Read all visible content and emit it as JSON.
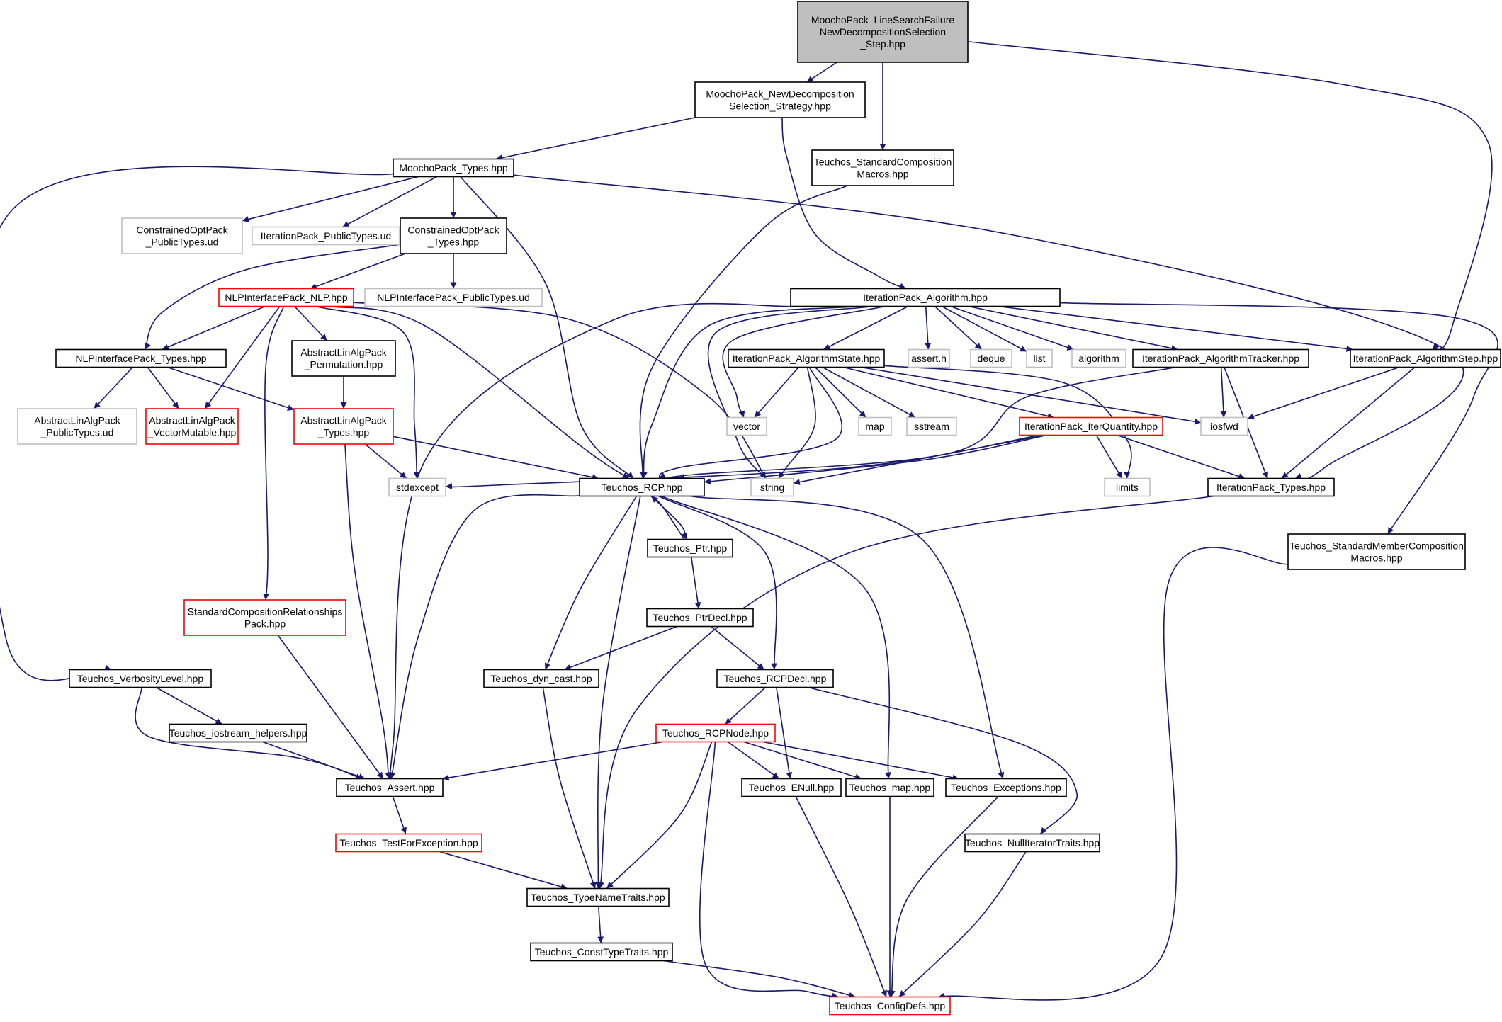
{
  "graph": {
    "colors": {
      "edge": "#191970",
      "root_fill": "#bfbfbf",
      "normal_border": "#000000",
      "truncated_border": "#ff0000",
      "external_border": "#bfbfbf"
    },
    "nodes": [
      {
        "id": "root",
        "lines": [
          "MoochoPack_LineSearchFailure",
          "NewDecompositionSelection",
          "_Step.hpp"
        ],
        "kind": "root"
      },
      {
        "id": "newdecomp",
        "lines": [
          "MoochoPack_NewDecomposition",
          "Selection_Strategy.hpp"
        ],
        "kind": "normal"
      },
      {
        "id": "stdcomp",
        "lines": [
          "Teuchos_StandardComposition",
          "Macros.hpp"
        ],
        "kind": "normal"
      },
      {
        "id": "mtypes",
        "lines": [
          "MoochoPack_Types.hpp"
        ],
        "kind": "normal"
      },
      {
        "id": "copt_ud",
        "lines": [
          "ConstrainedOptPack",
          "_PublicTypes.ud"
        ],
        "kind": "external"
      },
      {
        "id": "iter_ud",
        "lines": [
          "IterationPack_PublicTypes.ud"
        ],
        "kind": "external"
      },
      {
        "id": "copt_types",
        "lines": [
          "ConstrainedOptPack",
          "_Types.hpp"
        ],
        "kind": "normal"
      },
      {
        "id": "nlp_ud",
        "lines": [
          "NLPInterfacePack_PublicTypes.ud"
        ],
        "kind": "external"
      },
      {
        "id": "nlp",
        "lines": [
          "NLPInterfacePack_NLP.hpp"
        ],
        "kind": "truncated"
      },
      {
        "id": "ialg",
        "lines": [
          "IterationPack_Algorithm.hpp"
        ],
        "kind": "normal"
      },
      {
        "id": "nlp_types",
        "lines": [
          "NLPInterfacePack_Types.hpp"
        ],
        "kind": "normal"
      },
      {
        "id": "alap_perm",
        "lines": [
          "AbstractLinAlgPack",
          "_Permutation.hpp"
        ],
        "kind": "normal"
      },
      {
        "id": "ialgstate",
        "lines": [
          "IterationPack_AlgorithmState.hpp"
        ],
        "kind": "normal"
      },
      {
        "id": "asserth",
        "lines": [
          "assert.h"
        ],
        "kind": "external"
      },
      {
        "id": "deque",
        "lines": [
          "deque"
        ],
        "kind": "external"
      },
      {
        "id": "list",
        "lines": [
          "list"
        ],
        "kind": "external"
      },
      {
        "id": "algorithm",
        "lines": [
          "algorithm"
        ],
        "kind": "external"
      },
      {
        "id": "ialgtracker",
        "lines": [
          "IterationPack_AlgorithmTracker.hpp"
        ],
        "kind": "normal"
      },
      {
        "id": "ialgstep",
        "lines": [
          "IterationPack_AlgorithmStep.hpp"
        ],
        "kind": "normal"
      },
      {
        "id": "alap_ud",
        "lines": [
          "AbstractLinAlgPack",
          "_PublicTypes.ud"
        ],
        "kind": "external"
      },
      {
        "id": "alap_vm",
        "lines": [
          "AbstractLinAlgPack",
          "_VectorMutable.hpp"
        ],
        "kind": "truncated"
      },
      {
        "id": "alap_types",
        "lines": [
          "AbstractLinAlgPack",
          "_Types.hpp"
        ],
        "kind": "truncated"
      },
      {
        "id": "vector",
        "lines": [
          "vector"
        ],
        "kind": "external"
      },
      {
        "id": "map",
        "lines": [
          "map"
        ],
        "kind": "external"
      },
      {
        "id": "sstream",
        "lines": [
          "sstream"
        ],
        "kind": "external"
      },
      {
        "id": "iterq",
        "lines": [
          "IterationPack_IterQuantity.hpp"
        ],
        "kind": "truncated"
      },
      {
        "id": "iosfwd",
        "lines": [
          "iosfwd"
        ],
        "kind": "external"
      },
      {
        "id": "stdexcept",
        "lines": [
          "stdexcept"
        ],
        "kind": "external"
      },
      {
        "id": "rcp",
        "lines": [
          "Teuchos_RCP.hpp"
        ],
        "kind": "normal"
      },
      {
        "id": "string",
        "lines": [
          "string"
        ],
        "kind": "external"
      },
      {
        "id": "limits",
        "lines": [
          "limits"
        ],
        "kind": "external"
      },
      {
        "id": "itypes",
        "lines": [
          "IterationPack_Types.hpp"
        ],
        "kind": "normal"
      },
      {
        "id": "ptr",
        "lines": [
          "Teuchos_Ptr.hpp"
        ],
        "kind": "normal"
      },
      {
        "id": "stdmember",
        "lines": [
          "Teuchos_StandardMemberComposition",
          "Macros.hpp"
        ],
        "kind": "normal"
      },
      {
        "id": "ptrdecl",
        "lines": [
          "Teuchos_PtrDecl.hpp"
        ],
        "kind": "normal"
      },
      {
        "id": "scrp",
        "lines": [
          "StandardCompositionRelationships",
          "Pack.hpp"
        ],
        "kind": "truncated"
      },
      {
        "id": "verb",
        "lines": [
          "Teuchos_VerbosityLevel.hpp"
        ],
        "kind": "normal"
      },
      {
        "id": "dyncast",
        "lines": [
          "Teuchos_dyn_cast.hpp"
        ],
        "kind": "normal"
      },
      {
        "id": "rcpdecl",
        "lines": [
          "Teuchos_RCPDecl.hpp"
        ],
        "kind": "normal"
      },
      {
        "id": "iostream",
        "lines": [
          "Teuchos_iostream_helpers.hpp"
        ],
        "kind": "normal"
      },
      {
        "id": "rcpnode",
        "lines": [
          "Teuchos_RCPNode.hpp"
        ],
        "kind": "truncated"
      },
      {
        "id": "assert",
        "lines": [
          "Teuchos_Assert.hpp"
        ],
        "kind": "normal"
      },
      {
        "id": "enull",
        "lines": [
          "Teuchos_ENull.hpp"
        ],
        "kind": "normal"
      },
      {
        "id": "tmap",
        "lines": [
          "Teuchos_map.hpp"
        ],
        "kind": "normal"
      },
      {
        "id": "exc",
        "lines": [
          "Teuchos_Exceptions.hpp"
        ],
        "kind": "normal"
      },
      {
        "id": "testfor",
        "lines": [
          "Teuchos_TestForException.hpp"
        ],
        "kind": "truncated"
      },
      {
        "id": "nulliter",
        "lines": [
          "Teuchos_NullIteratorTraits.hpp"
        ],
        "kind": "normal"
      },
      {
        "id": "typename",
        "lines": [
          "Teuchos_TypeNameTraits.hpp"
        ],
        "kind": "normal"
      },
      {
        "id": "consttype",
        "lines": [
          "Teuchos_ConstTypeTraits.hpp"
        ],
        "kind": "normal"
      },
      {
        "id": "config",
        "lines": [
          "Teuchos_ConfigDefs.hpp"
        ],
        "kind": "truncated"
      }
    ],
    "edges": [
      [
        "root",
        "newdecomp"
      ],
      [
        "root",
        "stdcomp"
      ],
      [
        "root",
        "ialgstep"
      ],
      [
        "newdecomp",
        "mtypes"
      ],
      [
        "newdecomp",
        "ialg"
      ],
      [
        "stdcomp",
        "rcp"
      ],
      [
        "mtypes",
        "copt_ud"
      ],
      [
        "mtypes",
        "iter_ud"
      ],
      [
        "mtypes",
        "copt_types"
      ],
      [
        "mtypes",
        "rcp"
      ],
      [
        "mtypes",
        "verb"
      ],
      [
        "mtypes",
        "itypes"
      ],
      [
        "copt_types",
        "nlp_ud"
      ],
      [
        "copt_types",
        "nlp"
      ],
      [
        "copt_types",
        "nlp_types"
      ],
      [
        "nlp",
        "nlp_types"
      ],
      [
        "nlp",
        "alap_vm"
      ],
      [
        "nlp",
        "alap_perm"
      ],
      [
        "nlp",
        "scrp"
      ],
      [
        "nlp",
        "stdexcept"
      ],
      [
        "nlp",
        "rcp"
      ],
      [
        "nlp",
        "string"
      ],
      [
        "nlp_types",
        "alap_ud"
      ],
      [
        "nlp_types",
        "alap_vm"
      ],
      [
        "nlp_types",
        "alap_types"
      ],
      [
        "alap_perm",
        "alap_types"
      ],
      [
        "alap_types",
        "stdexcept"
      ],
      [
        "alap_types",
        "rcp"
      ],
      [
        "alap_types",
        "assert"
      ],
      [
        "ialg",
        "ialgstate"
      ],
      [
        "ialg",
        "asserth"
      ],
      [
        "ialg",
        "deque"
      ],
      [
        "ialg",
        "list"
      ],
      [
        "ialg",
        "algorithm"
      ],
      [
        "ialg",
        "ialgtracker"
      ],
      [
        "ialg",
        "ialgstep"
      ],
      [
        "ialg",
        "vector"
      ],
      [
        "ialg",
        "string"
      ],
      [
        "ialg",
        "rcp"
      ],
      [
        "ialg",
        "assert"
      ],
      [
        "ialg",
        "stdmember"
      ],
      [
        "ialgstate",
        "vector"
      ],
      [
        "ialgstate",
        "map"
      ],
      [
        "ialgstate",
        "sstream"
      ],
      [
        "ialgstate",
        "iterq"
      ],
      [
        "ialgstate",
        "iosfwd"
      ],
      [
        "ialgstate",
        "string"
      ],
      [
        "ialgstate",
        "rcp"
      ],
      [
        "ialgstate",
        "limits"
      ],
      [
        "ialgtracker",
        "iosfwd"
      ],
      [
        "ialgtracker",
        "itypes"
      ],
      [
        "ialgtracker",
        "rcp"
      ],
      [
        "ialgstep",
        "iosfwd"
      ],
      [
        "ialgstep",
        "itypes"
      ],
      [
        "iterq",
        "limits"
      ],
      [
        "iterq",
        "string"
      ],
      [
        "iterq",
        "itypes"
      ],
      [
        "iterq",
        "stdexcept"
      ],
      [
        "iterq",
        "rcp"
      ],
      [
        "itypes",
        "typename"
      ],
      [
        "rcp",
        "ptr"
      ],
      [
        "rcp",
        "assert"
      ],
      [
        "rcp",
        "dyncast"
      ],
      [
        "rcp",
        "typename"
      ],
      [
        "rcp",
        "rcpdecl"
      ],
      [
        "rcp",
        "tmap"
      ],
      [
        "rcp",
        "exc"
      ],
      [
        "ptr",
        "rcp"
      ],
      [
        "ptr",
        "ptrdecl"
      ],
      [
        "ptrdecl",
        "dyncast"
      ],
      [
        "ptrdecl",
        "rcpdecl"
      ],
      [
        "stdmember",
        "config"
      ],
      [
        "scrp",
        "assert"
      ],
      [
        "verb",
        "iostream"
      ],
      [
        "verb",
        "assert"
      ],
      [
        "iostream",
        "assert"
      ],
      [
        "dyncast",
        "typename"
      ],
      [
        "rcpdecl",
        "rcpnode"
      ],
      [
        "rcpdecl",
        "enull"
      ],
      [
        "rcpdecl",
        "nulliter"
      ],
      [
        "rcpnode",
        "assert"
      ],
      [
        "rcpnode",
        "enull"
      ],
      [
        "rcpnode",
        "tmap"
      ],
      [
        "rcpnode",
        "exc"
      ],
      [
        "rcpnode",
        "typename"
      ],
      [
        "rcpnode",
        "config"
      ],
      [
        "assert",
        "testfor"
      ],
      [
        "testfor",
        "typename"
      ],
      [
        "enull",
        "config"
      ],
      [
        "tmap",
        "config"
      ],
      [
        "exc",
        "config"
      ],
      [
        "nulliter",
        "config"
      ],
      [
        "typename",
        "consttype"
      ],
      [
        "consttype",
        "config"
      ]
    ]
  }
}
